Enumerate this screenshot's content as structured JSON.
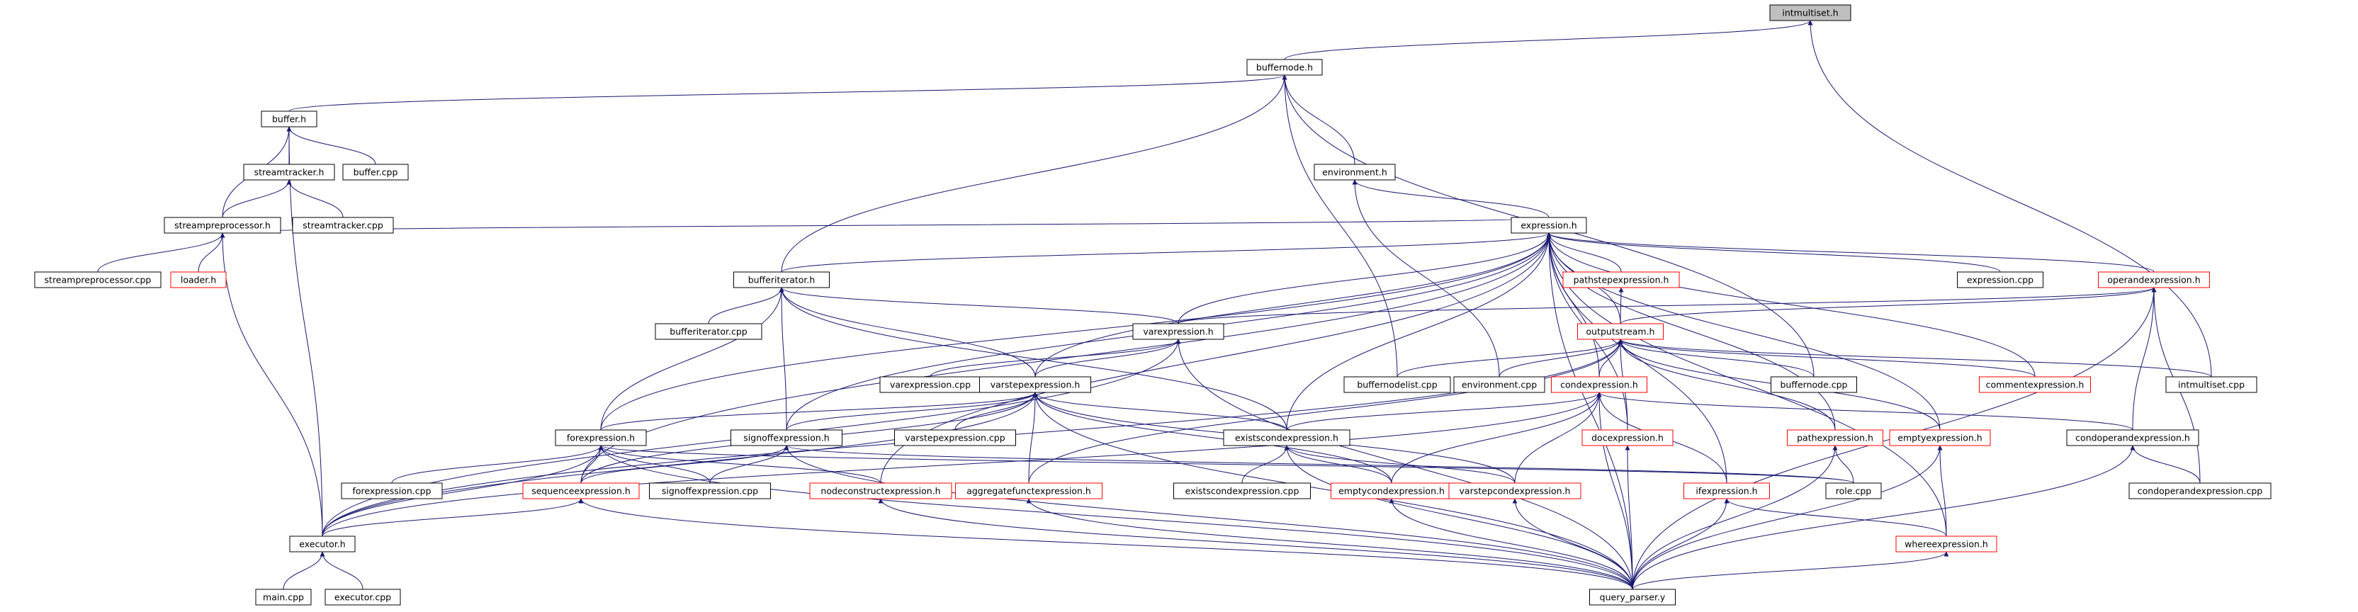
{
  "graph": {
    "colors": {
      "edge": "#191970",
      "node_border_default": "#000000",
      "node_border_truncated": "#ff0000",
      "root_fill": "#bfbfbf",
      "node_fill": "#ffffff"
    },
    "nodes": [
      {
        "id": "intmultiset_h",
        "label": "intmultiset.h",
        "style": "root"
      },
      {
        "id": "buffernode_h",
        "label": "buffernode.h",
        "style": "normal"
      },
      {
        "id": "buffer_h",
        "label": "buffer.h",
        "style": "normal"
      },
      {
        "id": "streamtracker_h",
        "label": "streamtracker.h",
        "style": "normal"
      },
      {
        "id": "buffer_cpp",
        "label": "buffer.cpp",
        "style": "normal"
      },
      {
        "id": "environment_h",
        "label": "environment.h",
        "style": "normal"
      },
      {
        "id": "streampreprocessor_h",
        "label": "streampreprocessor.h",
        "style": "normal"
      },
      {
        "id": "streamtracker_cpp",
        "label": "streamtracker.cpp",
        "style": "normal"
      },
      {
        "id": "expression_h",
        "label": "expression.h",
        "style": "normal"
      },
      {
        "id": "streampreprocessor_cpp",
        "label": "streampreprocessor.cpp",
        "style": "normal"
      },
      {
        "id": "loader_h",
        "label": "loader.h",
        "style": "truncated"
      },
      {
        "id": "bufferiterator_h",
        "label": "bufferiterator.h",
        "style": "normal"
      },
      {
        "id": "pathstepexpression_h",
        "label": "pathstepexpression.h",
        "style": "truncated"
      },
      {
        "id": "expression_cpp",
        "label": "expression.cpp",
        "style": "normal"
      },
      {
        "id": "operandexpression_h",
        "label": "operandexpression.h",
        "style": "truncated"
      },
      {
        "id": "bufferiterator_cpp",
        "label": "bufferiterator.cpp",
        "style": "normal"
      },
      {
        "id": "varexpression_h",
        "label": "varexpression.h",
        "style": "normal"
      },
      {
        "id": "outputstream_h",
        "label": "outputstream.h",
        "style": "truncated"
      },
      {
        "id": "varexpression_cpp",
        "label": "varexpression.cpp",
        "style": "normal"
      },
      {
        "id": "varstepexpression_h",
        "label": "varstepexpression.h",
        "style": "normal"
      },
      {
        "id": "buffernodelist_cpp",
        "label": "buffernodelist.cpp",
        "style": "normal"
      },
      {
        "id": "environment_cpp",
        "label": "environment.cpp",
        "style": "normal"
      },
      {
        "id": "condexpression_h",
        "label": "condexpression.h",
        "style": "truncated"
      },
      {
        "id": "buffernode_cpp",
        "label": "buffernode.cpp",
        "style": "normal"
      },
      {
        "id": "commentexpression_h",
        "label": "commentexpression.h",
        "style": "truncated"
      },
      {
        "id": "intmultiset_cpp",
        "label": "intmultiset.cpp",
        "style": "normal"
      },
      {
        "id": "forexpression_h",
        "label": "forexpression.h",
        "style": "normal"
      },
      {
        "id": "signoffexpression_h",
        "label": "signoffexpression.h",
        "style": "normal"
      },
      {
        "id": "varstepexpression_cpp",
        "label": "varstepexpression.cpp",
        "style": "normal"
      },
      {
        "id": "existscondexpression_h",
        "label": "existscondexpression.h",
        "style": "normal"
      },
      {
        "id": "docexpression_h",
        "label": "docexpression.h",
        "style": "truncated"
      },
      {
        "id": "pathexpression_h",
        "label": "pathexpression.h",
        "style": "truncated"
      },
      {
        "id": "emptyexpression_h",
        "label": "emptyexpression.h",
        "style": "truncated"
      },
      {
        "id": "condoperandexpression_h",
        "label": "condoperandexpression.h",
        "style": "normal"
      },
      {
        "id": "forexpression_cpp",
        "label": "forexpression.cpp",
        "style": "normal"
      },
      {
        "id": "sequenceexpression_h",
        "label": "sequenceexpression.h",
        "style": "truncated"
      },
      {
        "id": "signoffexpression_cpp",
        "label": "signoffexpression.cpp",
        "style": "normal"
      },
      {
        "id": "nodeconstructexpression_h",
        "label": "nodeconstructexpression.h",
        "style": "truncated"
      },
      {
        "id": "aggregatefunctexpression_h",
        "label": "aggregatefunctexpression.h",
        "style": "truncated"
      },
      {
        "id": "existscondexpression_cpp",
        "label": "existscondexpression.cpp",
        "style": "normal"
      },
      {
        "id": "emptycondexpression_h",
        "label": "emptycondexpression.h",
        "style": "truncated"
      },
      {
        "id": "varstepcondexpression_h",
        "label": "varstepcondexpression.h",
        "style": "truncated"
      },
      {
        "id": "ifexpression_h",
        "label": "ifexpression.h",
        "style": "truncated"
      },
      {
        "id": "role_cpp",
        "label": "role.cpp",
        "style": "normal"
      },
      {
        "id": "condoperandexpression_cpp",
        "label": "condoperandexpression.cpp",
        "style": "normal"
      },
      {
        "id": "executor_h",
        "label": "executor.h",
        "style": "normal"
      },
      {
        "id": "whereexpression_h",
        "label": "whereexpression.h",
        "style": "truncated"
      },
      {
        "id": "main_cpp",
        "label": "main.cpp",
        "style": "normal"
      },
      {
        "id": "executor_cpp",
        "label": "executor.cpp",
        "style": "normal"
      },
      {
        "id": "query_parser_y",
        "label": "query_parser.y",
        "style": "normal"
      }
    ],
    "edges": [
      [
        "intmultiset_h",
        "buffernode_h"
      ],
      [
        "intmultiset_h",
        "intmultiset_cpp"
      ],
      [
        "buffernode_h",
        "buffer_h"
      ],
      [
        "buffernode_h",
        "environment_h"
      ],
      [
        "buffernode_h",
        "bufferiterator_h"
      ],
      [
        "buffernode_h",
        "buffernodelist_cpp"
      ],
      [
        "buffernode_h",
        "buffernode_cpp"
      ],
      [
        "buffer_h",
        "streamtracker_h"
      ],
      [
        "buffer_h",
        "buffer_cpp"
      ],
      [
        "buffer_h",
        "streampreprocessor_h"
      ],
      [
        "buffer_h",
        "executor_h"
      ],
      [
        "streamtracker_h",
        "streampreprocessor_h"
      ],
      [
        "streamtracker_h",
        "streamtracker_cpp"
      ],
      [
        "streampreprocessor_h",
        "streampreprocessor_cpp"
      ],
      [
        "streampreprocessor_h",
        "loader_h"
      ],
      [
        "streampreprocessor_h",
        "executor_h"
      ],
      [
        "environment_h",
        "expression_h"
      ],
      [
        "environment_h",
        "environment_cpp"
      ],
      [
        "expression_h",
        "streampreprocessor_h"
      ],
      [
        "expression_h",
        "bufferiterator_h"
      ],
      [
        "expression_h",
        "pathstepexpression_h"
      ],
      [
        "expression_h",
        "expression_cpp"
      ],
      [
        "expression_h",
        "operandexpression_h"
      ],
      [
        "expression_h",
        "varexpression_h"
      ],
      [
        "expression_h",
        "outputstream_h"
      ],
      [
        "expression_h",
        "varstepexpression_h"
      ],
      [
        "expression_h",
        "condexpression_h"
      ],
      [
        "expression_h",
        "commentexpression_h"
      ],
      [
        "expression_h",
        "forexpression_h"
      ],
      [
        "expression_h",
        "signoffexpression_h"
      ],
      [
        "expression_h",
        "existscondexpression_h"
      ],
      [
        "expression_h",
        "docexpression_h"
      ],
      [
        "expression_h",
        "pathexpression_h"
      ],
      [
        "expression_h",
        "emptyexpression_h"
      ],
      [
        "expression_h",
        "sequenceexpression_h"
      ],
      [
        "expression_h",
        "nodeconstructexpression_h"
      ],
      [
        "expression_h",
        "ifexpression_h"
      ],
      [
        "expression_h",
        "whereexpression_h"
      ],
      [
        "expression_h",
        "query_parser_y"
      ],
      [
        "pathstepexpression_h",
        "outputstream_h"
      ],
      [
        "bufferiterator_h",
        "bufferiterator_cpp"
      ],
      [
        "bufferiterator_h",
        "varexpression_h"
      ],
      [
        "bufferiterator_h",
        "varstepexpression_h"
      ],
      [
        "bufferiterator_h",
        "forexpression_h"
      ],
      [
        "bufferiterator_h",
        "signoffexpression_h"
      ],
      [
        "bufferiterator_h",
        "existscondexpression_h"
      ],
      [
        "operandexpression_h",
        "outputstream_h"
      ],
      [
        "operandexpression_h",
        "varexpression_h"
      ],
      [
        "operandexpression_h",
        "condoperandexpression_h"
      ],
      [
        "operandexpression_h",
        "condoperandexpression_cpp"
      ],
      [
        "operandexpression_h",
        "query_parser_y"
      ],
      [
        "varexpression_h",
        "varexpression_cpp"
      ],
      [
        "varexpression_h",
        "varstepexpression_h"
      ],
      [
        "varexpression_h",
        "executor_h"
      ],
      [
        "varexpression_h",
        "query_parser_y"
      ],
      [
        "outputstream_h",
        "buffernodelist_cpp"
      ],
      [
        "outputstream_h",
        "environment_cpp"
      ],
      [
        "outputstream_h",
        "condexpression_h"
      ],
      [
        "outputstream_h",
        "buffernode_cpp"
      ],
      [
        "outputstream_h",
        "commentexpression_h"
      ],
      [
        "outputstream_h",
        "intmultiset_cpp"
      ],
      [
        "outputstream_h",
        "docexpression_h"
      ],
      [
        "outputstream_h",
        "pathexpression_h"
      ],
      [
        "outputstream_h",
        "emptyexpression_h"
      ],
      [
        "outputstream_h",
        "executor_h"
      ],
      [
        "outputstream_h",
        "aggregatefunctexpression_h"
      ],
      [
        "varstepexpression_h",
        "varstepexpression_cpp"
      ],
      [
        "varstepexpression_h",
        "forexpression_h"
      ],
      [
        "varstepexpression_h",
        "signoffexpression_h"
      ],
      [
        "varstepexpression_h",
        "existscondexpression_h"
      ],
      [
        "varstepexpression_h",
        "sequenceexpression_h"
      ],
      [
        "varstepexpression_h",
        "aggregatefunctexpression_h"
      ],
      [
        "varstepexpression_h",
        "emptycondexpression_h"
      ],
      [
        "varstepexpression_h",
        "varstepcondexpression_h"
      ],
      [
        "varstepexpression_h",
        "query_parser_y"
      ],
      [
        "varstepexpression_h",
        "executor_h"
      ],
      [
        "condexpression_h",
        "existscondexpression_h"
      ],
      [
        "condexpression_h",
        "emptycondexpression_h"
      ],
      [
        "condexpression_h",
        "varstepcondexpression_h"
      ],
      [
        "condexpression_h",
        "ifexpression_h"
      ],
      [
        "condexpression_h",
        "condoperandexpression_h"
      ],
      [
        "condexpression_h",
        "executor_h"
      ],
      [
        "condexpression_h",
        "query_parser_y"
      ],
      [
        "forexpression_h",
        "forexpression_cpp"
      ],
      [
        "forexpression_h",
        "sequenceexpression_h"
      ],
      [
        "forexpression_h",
        "signoffexpression_cpp"
      ],
      [
        "forexpression_h",
        "nodeconstructexpression_h"
      ],
      [
        "forexpression_h",
        "role_cpp"
      ],
      [
        "forexpression_h",
        "executor_h"
      ],
      [
        "forexpression_h",
        "query_parser_y"
      ],
      [
        "signoffexpression_h",
        "signoffexpression_cpp"
      ],
      [
        "signoffexpression_h",
        "sequenceexpression_h"
      ],
      [
        "signoffexpression_h",
        "role_cpp"
      ],
      [
        "signoffexpression_h",
        "query_parser_y"
      ],
      [
        "existscondexpression_h",
        "existscondexpression_cpp"
      ],
      [
        "existscondexpression_h",
        "emptycondexpression_h"
      ],
      [
        "existscondexpression_h",
        "varstepcondexpression_h"
      ],
      [
        "existscondexpression_h",
        "query_parser_y"
      ],
      [
        "docexpression_h",
        "query_parser_y"
      ],
      [
        "pathexpression_h",
        "role_cpp"
      ],
      [
        "pathexpression_h",
        "query_parser_y"
      ],
      [
        "emptyexpression_h",
        "whereexpression_h"
      ],
      [
        "emptyexpression_h",
        "query_parser_y"
      ],
      [
        "condoperandexpression_h",
        "condoperandexpression_cpp"
      ],
      [
        "condoperandexpression_h",
        "query_parser_y"
      ],
      [
        "sequenceexpression_h",
        "executor_h"
      ],
      [
        "sequenceexpression_h",
        "query_parser_y"
      ],
      [
        "nodeconstructexpression_h",
        "query_parser_y"
      ],
      [
        "aggregatefunctexpression_h",
        "query_parser_y"
      ],
      [
        "emptycondexpression_h",
        "query_parser_y"
      ],
      [
        "varstepcondexpression_h",
        "query_parser_y"
      ],
      [
        "ifexpression_h",
        "whereexpression_h"
      ],
      [
        "ifexpression_h",
        "query_parser_y"
      ],
      [
        "whereexpression_h",
        "query_parser_y"
      ],
      [
        "executor_h",
        "main_cpp"
      ],
      [
        "executor_h",
        "executor_cpp"
      ]
    ]
  }
}
